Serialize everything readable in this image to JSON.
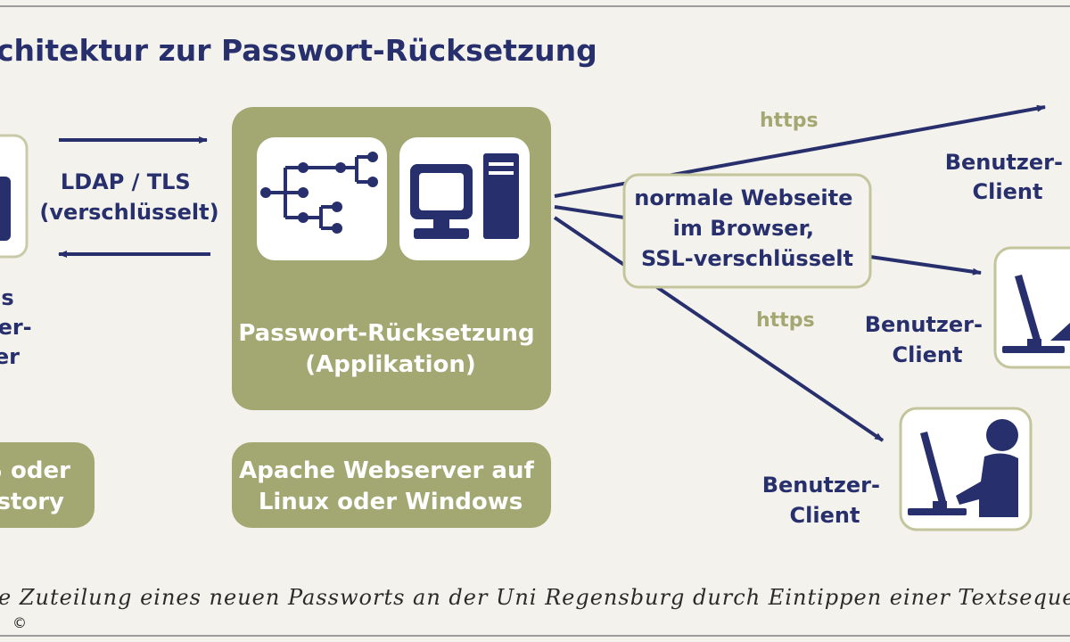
{
  "title": "chitektur zur Passwort-Rücksetzung",
  "left_box": {
    "label_lines": [
      "nis",
      "zer-",
      "er"
    ],
    "bottom_lines": [
      "IS oder",
      "istory"
    ]
  },
  "ldap_label": [
    "LDAP / TLS",
    "(verschlüsselt)"
  ],
  "app_box": {
    "label_lines": [
      "Passwort-Rücksetzung",
      "(Applikation)"
    ]
  },
  "server_box": {
    "label_lines": [
      "Apache Webserver auf",
      "Linux oder Windows"
    ]
  },
  "https_top": "https",
  "https_middle": "https",
  "browser_note": [
    "normale Webseite",
    "im Browser,",
    "SSL-verschlüsselt"
  ],
  "clients": [
    [
      "Benutzer-",
      "Client"
    ],
    [
      "Benutzer-",
      "Client"
    ],
    [
      "Benutzer-",
      "Client"
    ]
  ],
  "caption": "e Zuteilung eines neuen Passworts an der Uni Regensburg durch Eintippen einer Textsequenz.",
  "copyright": "©",
  "colors": {
    "navy": "#27306d",
    "olive": "#a3a872",
    "background": "#f4f2ec"
  }
}
